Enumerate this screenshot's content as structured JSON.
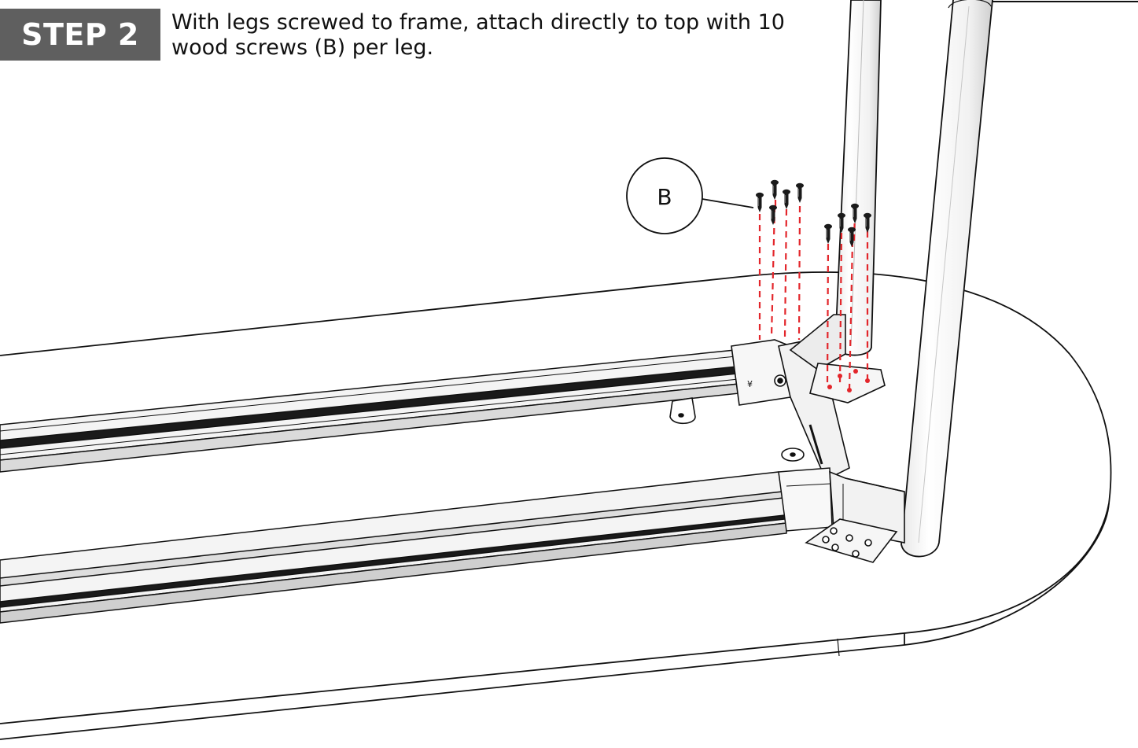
{
  "step": {
    "label": "STEP 2",
    "instruction": "With legs screwed to frame, attach directly to top with 10 wood screws (B) per leg."
  },
  "callout": {
    "label": "B"
  },
  "colors": {
    "badge_background": "#5f5f5f",
    "badge_text": "#ffffff",
    "guide_line": "#e3262b",
    "line_art": "#111111",
    "screw": "#1a1a1a"
  },
  "icons": {
    "screw": "wood-screw-icon",
    "callout": "callout-circle"
  },
  "screw_count_per_leg": 10
}
